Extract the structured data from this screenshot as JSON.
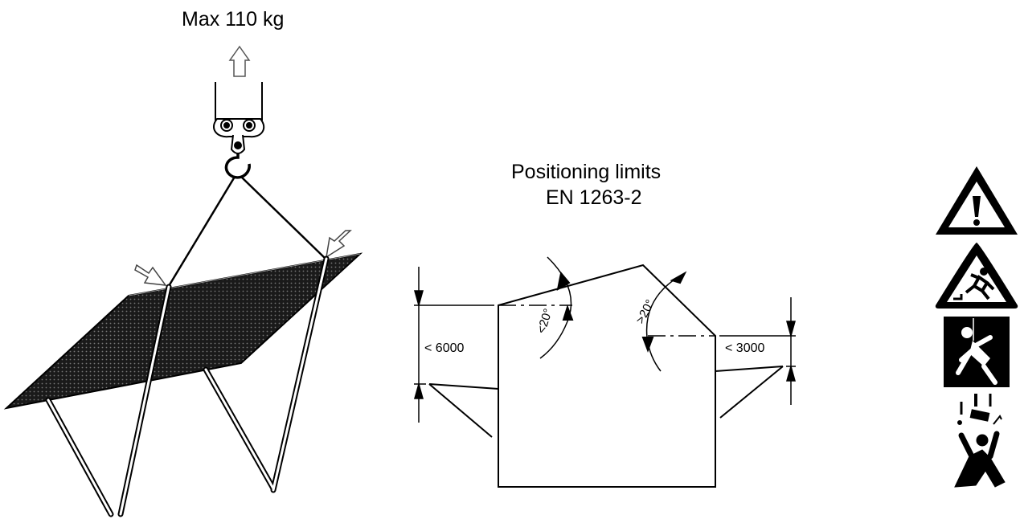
{
  "lifting": {
    "max_load": "Max 110 kg"
  },
  "positioning": {
    "title_line1": "Positioning limits",
    "title_line2": "EN 1263-2",
    "height_left": "< 6000",
    "height_right": "< 3000",
    "angle_left": "<20°",
    "angle_right": ">20°"
  },
  "warnings": {
    "icons": [
      "general-warning-icon",
      "fall-hazard-icon",
      "fall-arrest-harness-icon",
      "falling-objects-icon"
    ]
  },
  "colors": {
    "ink": "#000000",
    "mesh": "#1a1a1a"
  }
}
